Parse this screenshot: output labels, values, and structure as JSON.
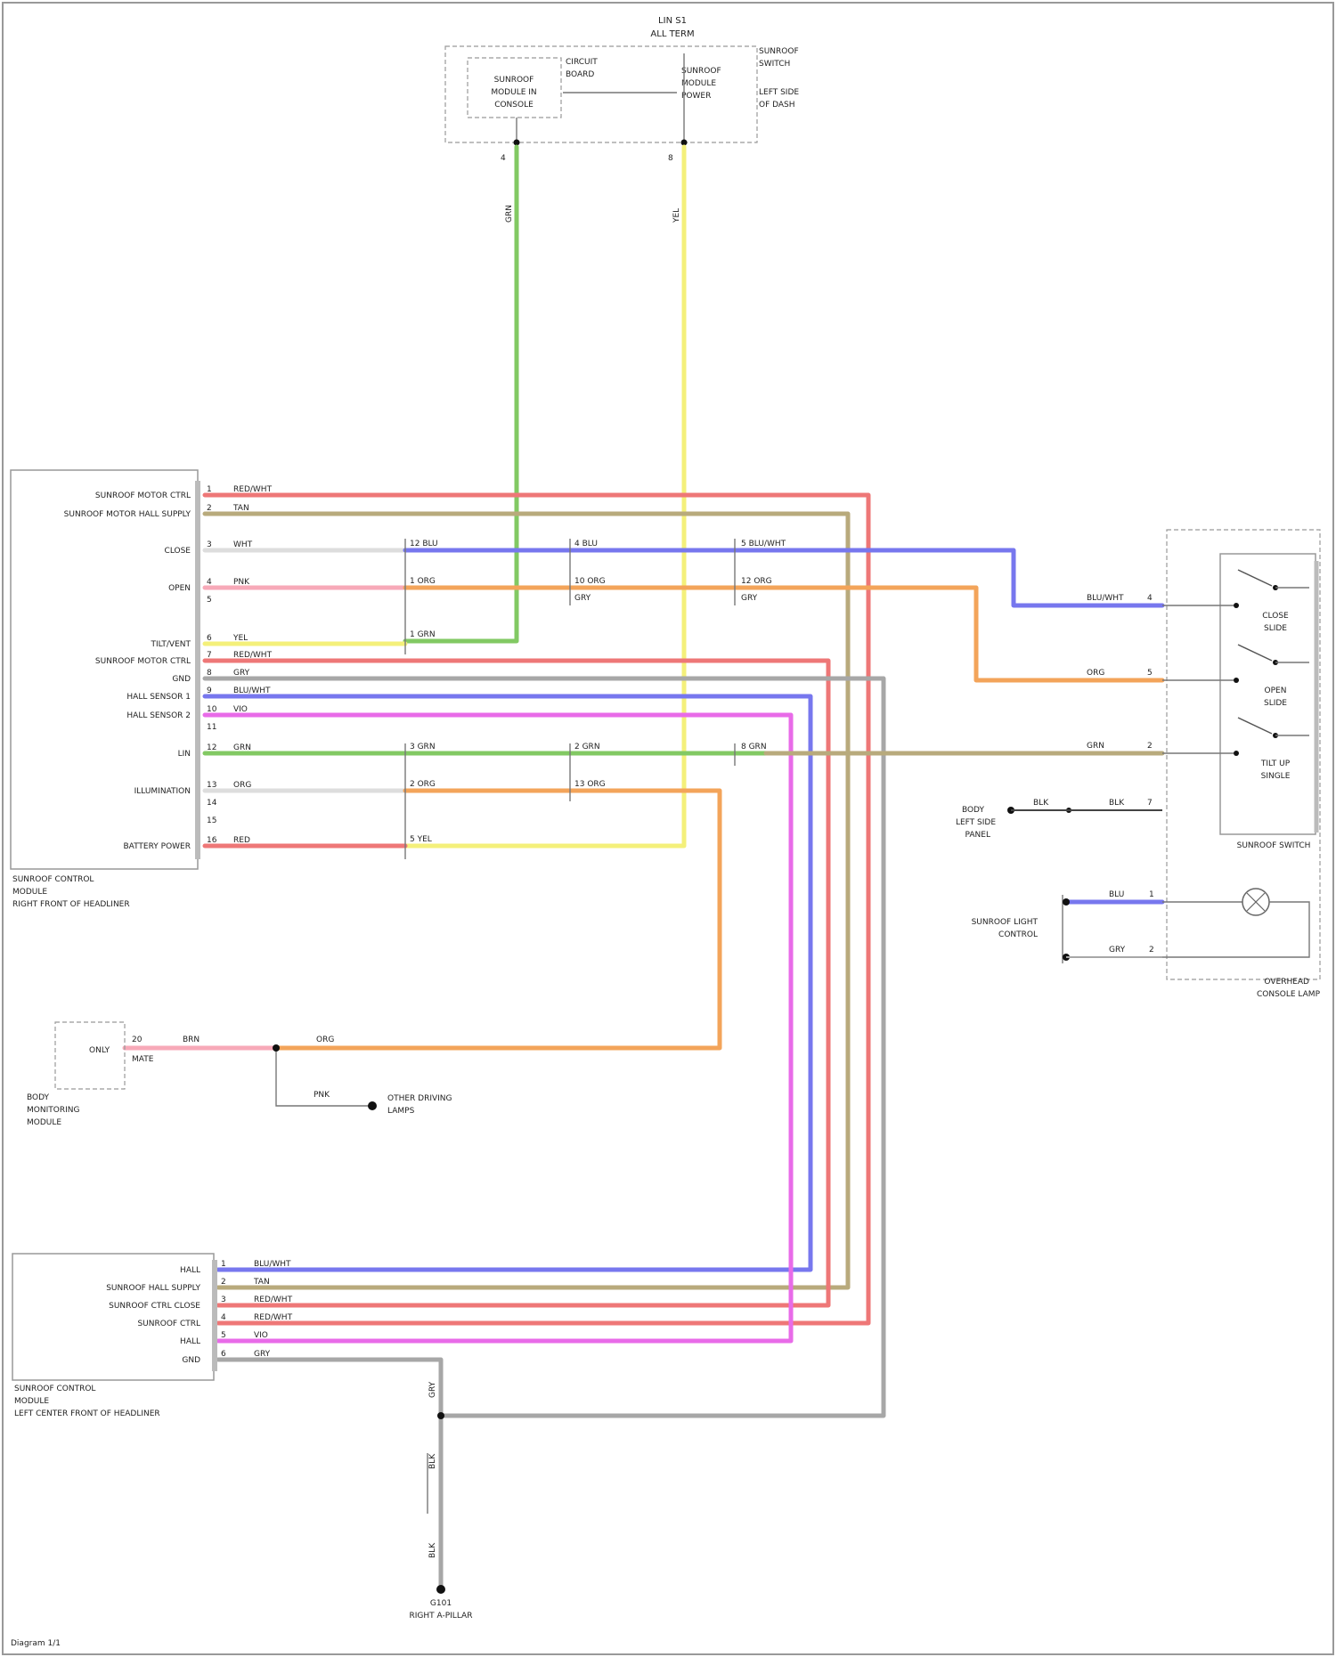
{
  "colors": {
    "green": "#82c963",
    "yellow": "#f4f07a",
    "red": "#ee7777",
    "tan": "#b8aa7c",
    "blue": "#7777ee",
    "orange": "#f3a45a",
    "pink": "#f7a9b8",
    "gray": "#a7a7a7",
    "magenta": "#e86be8",
    "white_wire": "#dddddd"
  },
  "top_module": {
    "title": "LIN S1",
    "subtitle": "ALL TERM",
    "inner_left": [
      "SUNROOF",
      "MODULE IN",
      "CONSOLE"
    ],
    "inner_mid": [
      "CIRCUIT",
      "BOARD"
    ],
    "inner_right": [
      "SUNROOF",
      "MODULE",
      "POWER"
    ],
    "side": [
      "SUNROOF",
      "SWITCH",
      "LEFT SIDE",
      "OF DASH"
    ]
  },
  "left_module": {
    "pins": [
      {
        "label": "SUNROOF MOTOR CTRL",
        "num": "1",
        "wire": "RED/WHT"
      },
      {
        "label": "SUNROOF MOTOR HALL SUPPLY",
        "num": "2",
        "wire": "TAN"
      },
      {
        "label": "CLOSE",
        "num": "3",
        "wire": "WHT"
      },
      {
        "label": "OPEN",
        "num": "4",
        "wire": "PNK"
      },
      {
        "label": "",
        "num": "5",
        "wire": ""
      },
      {
        "label": "TILT/VENT",
        "num": "6",
        "wire": "YEL"
      },
      {
        "label": "SUNROOF MOTOR CTRL",
        "num": "7",
        "wire": "RED/WHT"
      },
      {
        "label": "GND",
        "num": "8",
        "wire": "GRY"
      },
      {
        "label": "HALL SENSOR 1",
        "num": "9",
        "wire": "BLU/WHT"
      },
      {
        "label": "HALL SENSOR 2",
        "num": "10",
        "wire": "VIO"
      },
      {
        "label": "",
        "num": "11",
        "wire": ""
      },
      {
        "label": "LIN",
        "num": "12",
        "wire": "GRN"
      },
      {
        "label": "ILLUMINATION",
        "num": "13",
        "wire": "ORG"
      },
      {
        "label": "",
        "num": "14",
        "wire": ""
      },
      {
        "label": "",
        "num": "15",
        "wire": ""
      },
      {
        "label": "BATTERY POWER",
        "num": "16",
        "wire": "RED"
      }
    ],
    "caption": [
      "SUNROOF CONTROL",
      "MODULE",
      "RIGHT FRONT OF HEADLINER"
    ]
  },
  "splices": {
    "row1": [
      "12  BLU",
      "4  BLU",
      "5  BLU/WHT"
    ],
    "row2": [
      "1  ORG",
      "10  ORG",
      "12  ORG"
    ],
    "row2b": [
      "GRY",
      "GRY"
    ],
    "row3": [
      "1  GRN"
    ],
    "row4": [
      "3  GRN",
      "2  GRN",
      "8  GRN"
    ],
    "row5": [
      "2  ORG",
      "13  ORG"
    ],
    "row6": [
      "5  YEL"
    ]
  },
  "right_module": {
    "switches": [
      {
        "wire": "BLU/WHT",
        "pin": "4",
        "label": [
          "CLOSE",
          "SLIDE"
        ]
      },
      {
        "wire": "ORG",
        "pin": "5",
        "label": [
          "OPEN",
          "SLIDE"
        ]
      },
      {
        "wire": "GRN",
        "pin": "2",
        "label": [
          "TILT UP",
          "SINGLE"
        ]
      }
    ],
    "ground_wire": "BLK",
    "ground_pin": "7",
    "ground_label": [
      "BODY",
      "LEFT SIDE",
      "PANEL"
    ],
    "lamp_wires": [
      {
        "wire": "BLU",
        "pin": "1"
      },
      {
        "wire": "GRY",
        "pin": "2"
      }
    ],
    "lamp_label": [
      "SUNROOF LIGHT",
      "CONTROL"
    ],
    "caption_top": "SUNROOF SWITCH",
    "caption_bottom": [
      "OVERHEAD",
      "CONSOLE LAMP"
    ]
  },
  "wire_labels": {
    "green_vertical": "GRN",
    "yellow_vertical": "YEL",
    "top_left_pin": "4",
    "top_right_pin": "8"
  },
  "illum_module": {
    "label": "ONLY",
    "pin": "20",
    "wire_left": "BRN",
    "wire_right": "ORG",
    "name": [
      "BODY",
      "MONITORING",
      "MODULE"
    ],
    "branch_wire": "PNK",
    "branch_label": [
      "OTHER DRIVING",
      "LAMPS"
    ],
    "sub": "MATE"
  },
  "bottom_module": {
    "pins": [
      {
        "label": "HALL",
        "num": "1",
        "wire": "BLU/WHT"
      },
      {
        "label": "SUNROOF HALL SUPPLY",
        "num": "2",
        "wire": "TAN"
      },
      {
        "label": "SUNROOF CTRL CLOSE",
        "num": "3",
        "wire": "RED/WHT"
      },
      {
        "label": "SUNROOF CTRL",
        "num": "4",
        "wire": "RED/WHT"
      },
      {
        "label": "HALL",
        "num": "5",
        "wire": "VIO"
      },
      {
        "label": "GND",
        "num": "6",
        "wire": "GRY"
      }
    ],
    "caption": [
      "SUNROOF CONTROL",
      "MODULE",
      "LEFT CENTER FRONT OF HEADLINER"
    ]
  },
  "ground": {
    "wire_labels": [
      "GRY",
      "BLK",
      "BLK"
    ],
    "name": "G101",
    "location": "RIGHT A-PILLAR"
  },
  "footer": "Diagram 1/1"
}
